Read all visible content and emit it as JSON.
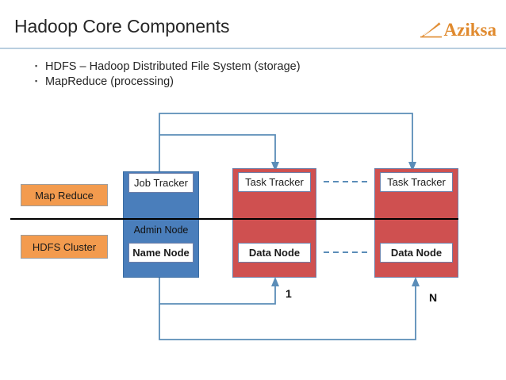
{
  "header": {
    "title": "Hadoop Core Components",
    "logo_text": "Aziksa",
    "logo_icon": "fan-rays-icon",
    "rule_color": "#b9cfe0",
    "logo_color": "#E08A2E"
  },
  "bullets": [
    {
      "marker": "▪",
      "text": "HDFS – Hadoop Distributed File System (storage)"
    },
    {
      "marker": "▪",
      "text": "MapReduce (processing)"
    }
  ],
  "diagram": {
    "tags": [
      {
        "label": "Map Reduce"
      },
      {
        "label": "HDFS Cluster"
      }
    ],
    "admin_node": {
      "caption": "Admin Node",
      "top_label": "Job Tracker",
      "bottom_label": "Name Node"
    },
    "worker_nodes": [
      {
        "top_label": "Task Tracker",
        "bottom_label": "Data Node",
        "count_label": "1"
      },
      {
        "top_label": "Task Tracker",
        "bottom_label": "Data Node",
        "count_label": "N"
      }
    ],
    "colors": {
      "admin_fill": "#4A7EBB",
      "worker_fill": "#CF5050",
      "tag_fill": "#F39B4E",
      "connector": "#5B8DB8",
      "divider": "#000000"
    }
  }
}
